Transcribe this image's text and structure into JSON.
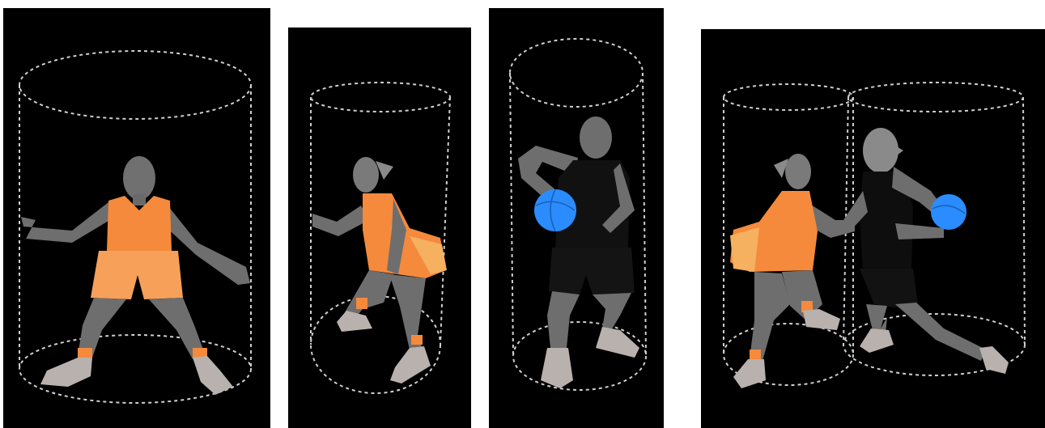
{
  "panels": [
    {
      "id": "defender-frontal",
      "figures": [
        "defender"
      ],
      "jersey_color": "#f58a3c",
      "ball": false
    },
    {
      "id": "defender-side",
      "figures": [
        "defender"
      ],
      "jersey_color": "#f58a3c",
      "ball": false
    },
    {
      "id": "attacker-with-ball",
      "figures": [
        "attacker"
      ],
      "jersey_color": "#111111",
      "ball": true,
      "ball_color": "#2a8cff"
    },
    {
      "id": "contact-overlap",
      "figures": [
        "defender",
        "attacker"
      ],
      "ball": true,
      "ball_color": "#2a8cff"
    }
  ],
  "colors": {
    "background": "#000000",
    "cylinder_outline": "#cfcfcf",
    "skin": "#6e6e6e",
    "jersey_orange": "#f58a3c",
    "attacker_dark": "#111111",
    "shoes": "#b9b1ad",
    "ball": "#2a8cff"
  }
}
